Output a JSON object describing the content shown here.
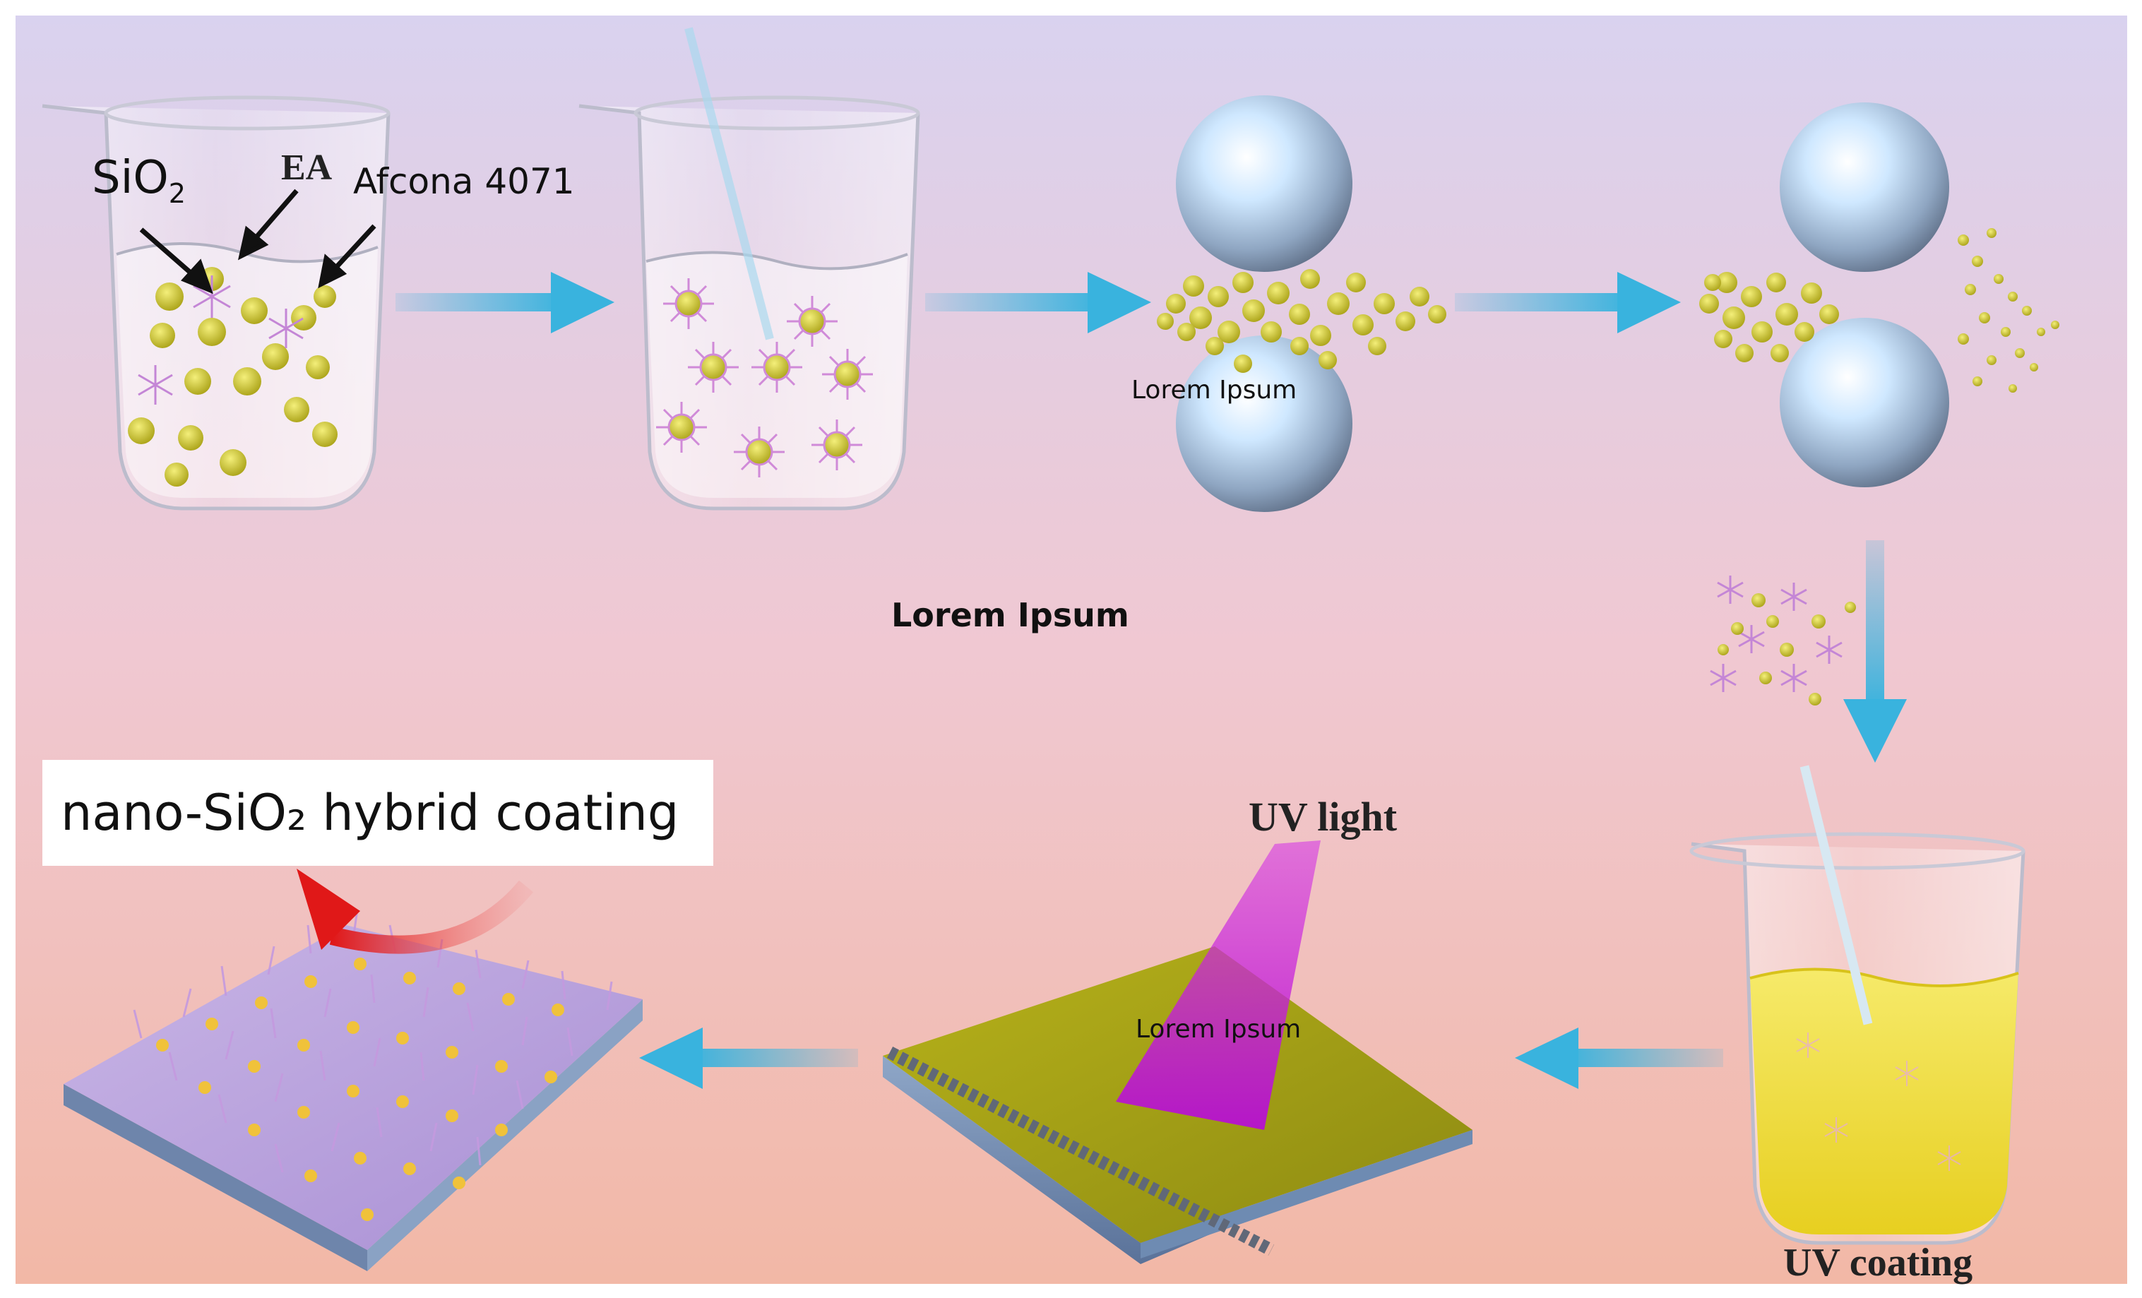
{
  "labels": {
    "sio2": "SiO",
    "sio2_sub": "2",
    "ea": "EA",
    "afcona": "Afcona 4071",
    "mill_label": "Lorem Ipsum",
    "center_label": "Lorem Ipsum",
    "uv_light": "UV light",
    "film_label": "Lorem Ipsum",
    "uv_coating": "UV coating",
    "final_title": "nano-SiO₂ hybrid coating"
  },
  "colors": {
    "background_top": "#d9d2ef",
    "background_bottom": "#f2b8a6",
    "arrow_blue": "#39b3de",
    "particle_yellow": "#c7c423",
    "molecule_pink": "#c486d6",
    "uv_magenta": "#c21ed8",
    "coating_yellow": "#f2e04a",
    "curved_arrow_red": "#e02020"
  },
  "icons": [
    "beaker-icon",
    "grinding-ball-icon",
    "arrow-right-icon",
    "arrow-down-icon",
    "arrow-left-icon",
    "uv-beam-icon",
    "film-substrate-icon",
    "coated-substrate-icon"
  ]
}
